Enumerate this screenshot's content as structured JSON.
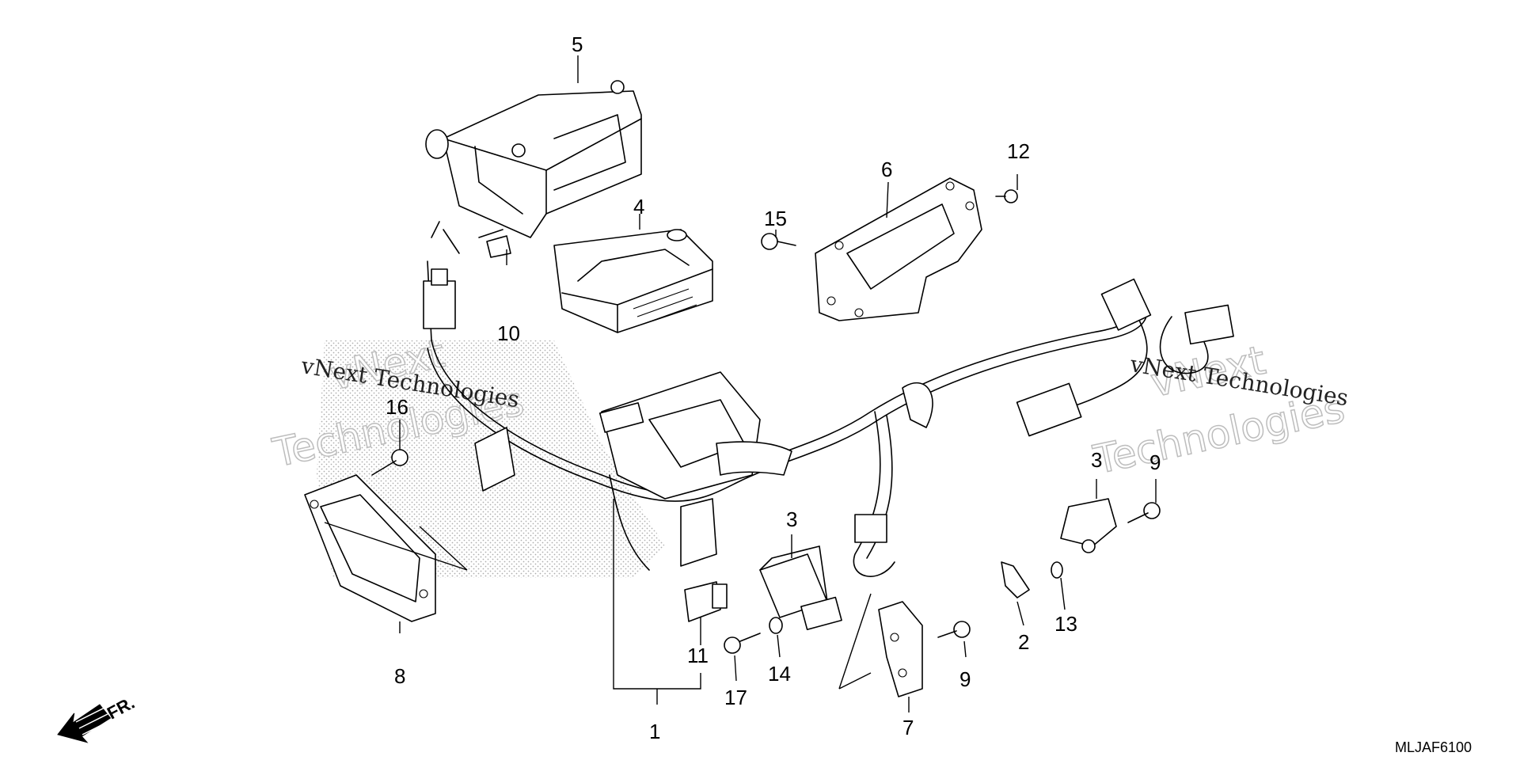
{
  "diagram": {
    "code": "MLJAF6100",
    "direction_label": "FR.",
    "watermark": {
      "brand_line1": "vNext",
      "brand_line2": "Technologies",
      "brand_inline": "vNext Technologies"
    },
    "callouts": {
      "c1": "1",
      "c2": "2",
      "c3a": "3",
      "c3b": "3",
      "c4": "4",
      "c5": "5",
      "c6": "6",
      "c7": "7",
      "c8": "8",
      "c9a": "9",
      "c9b": "9",
      "c10": "10",
      "c11": "11",
      "c12": "12",
      "c13": "13",
      "c14": "14",
      "c15": "15",
      "c16": "16",
      "c17": "17"
    }
  }
}
